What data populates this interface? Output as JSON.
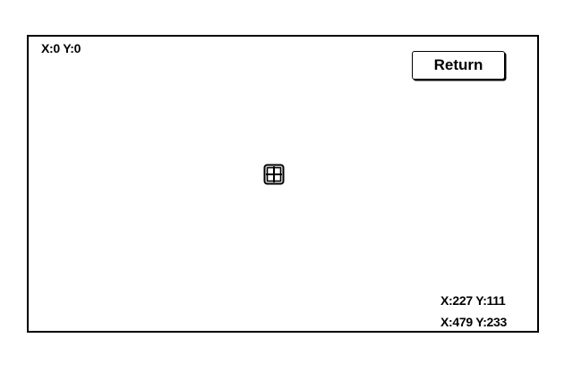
{
  "screen": {
    "origin_readout": "X:0 Y:0",
    "current_readout": "X:227 Y:111",
    "max_readout": "X:479 Y:233"
  },
  "return_button": {
    "label": "Return"
  },
  "target": {
    "icon": "crosshair-target-icon"
  },
  "colors": {
    "background": "#ffffff",
    "foreground": "#000000"
  }
}
